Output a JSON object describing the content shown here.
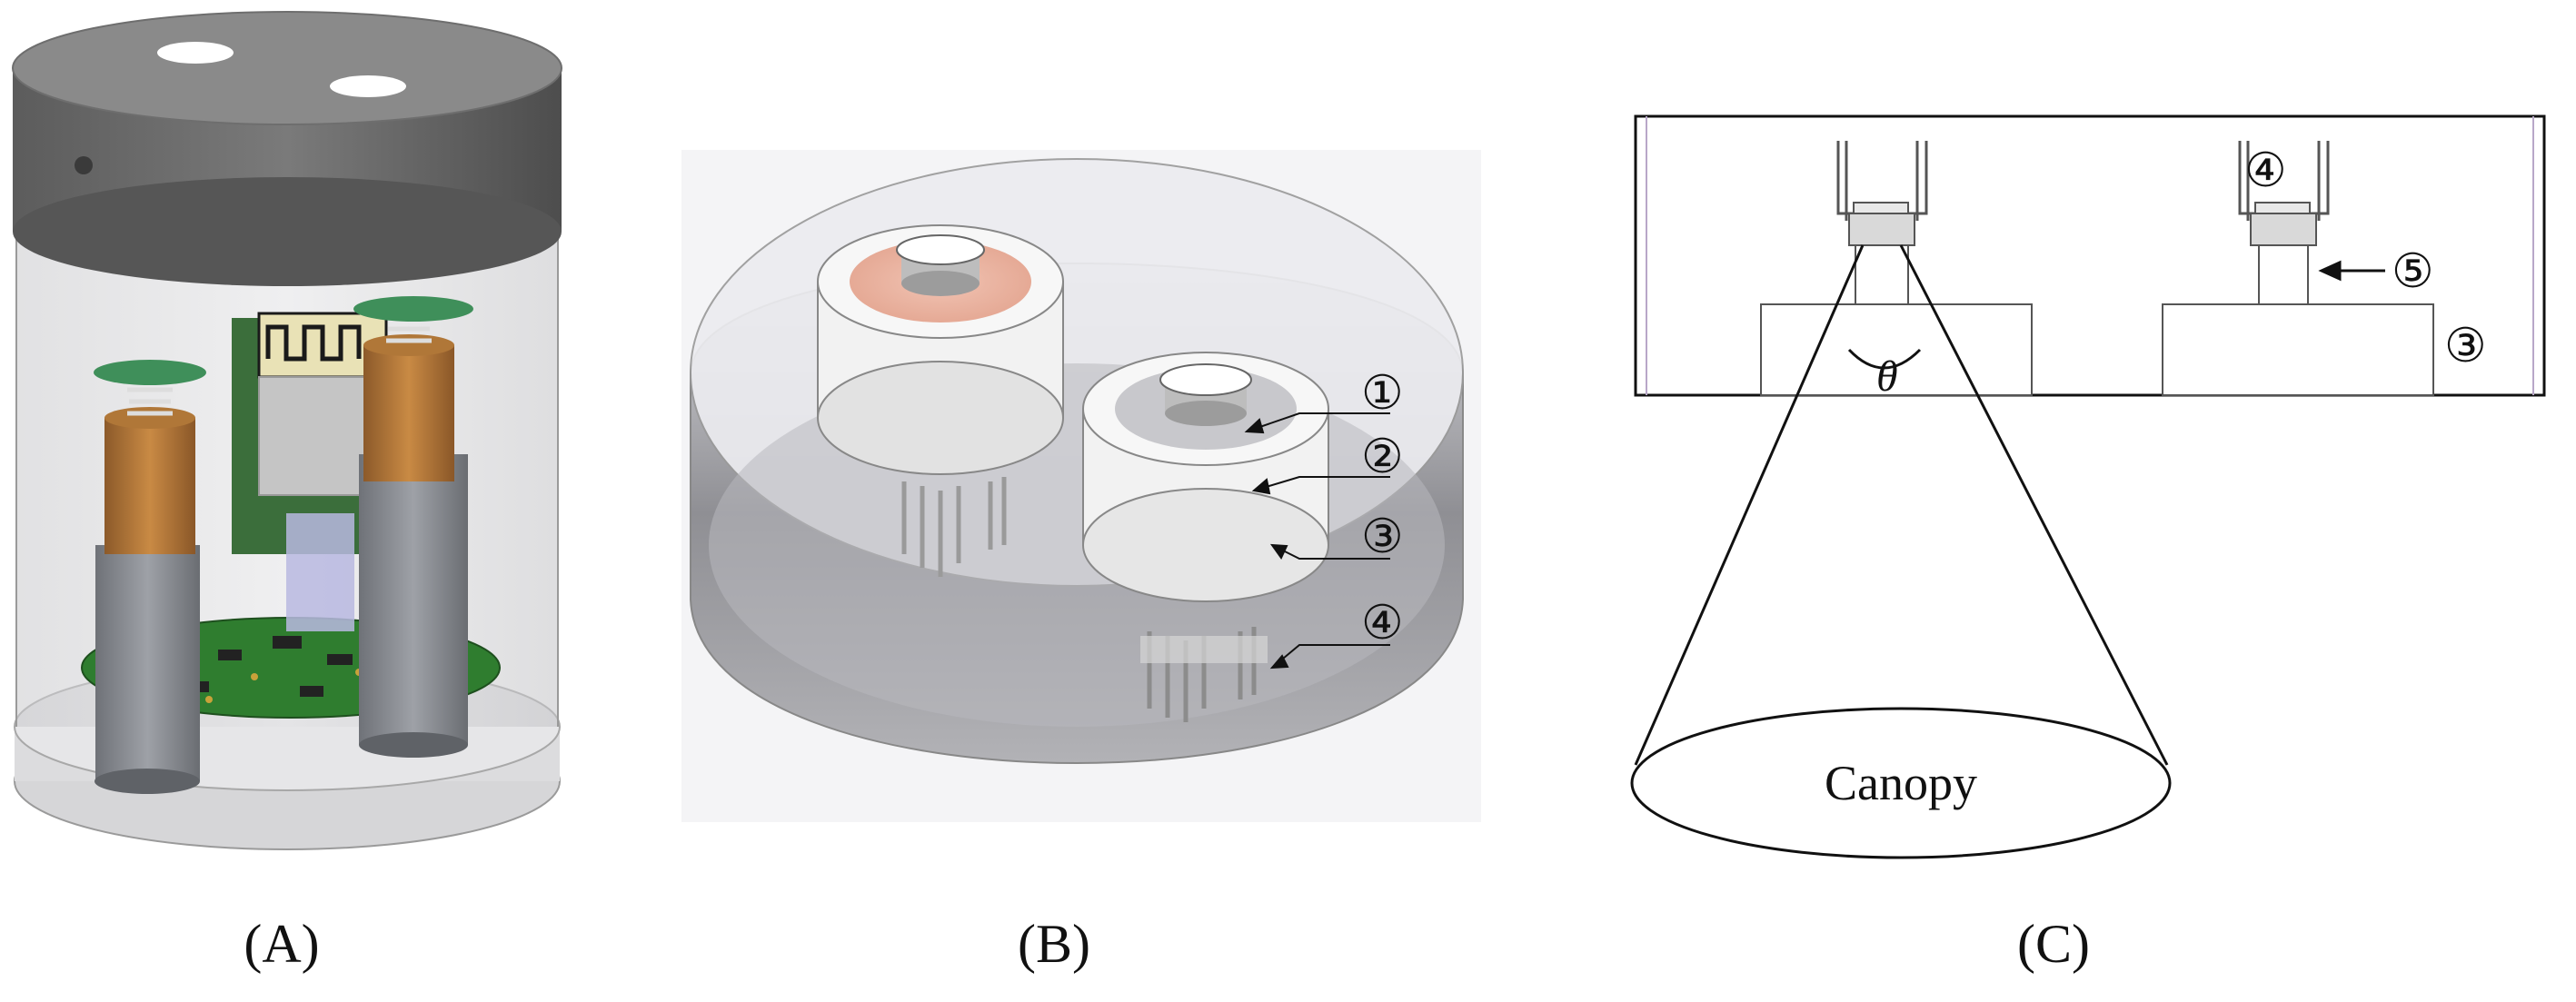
{
  "panels": {
    "a": {
      "caption": "(A)"
    },
    "b": {
      "caption": "(B)",
      "callouts": [
        {
          "label": "①"
        },
        {
          "label": "②"
        },
        {
          "label": "③"
        },
        {
          "label": "④"
        }
      ]
    },
    "c": {
      "caption": "(C)",
      "labels": {
        "detector": "④",
        "spacer": "⑤",
        "housing": "③",
        "angle": "θ",
        "target": "Canopy"
      }
    }
  }
}
